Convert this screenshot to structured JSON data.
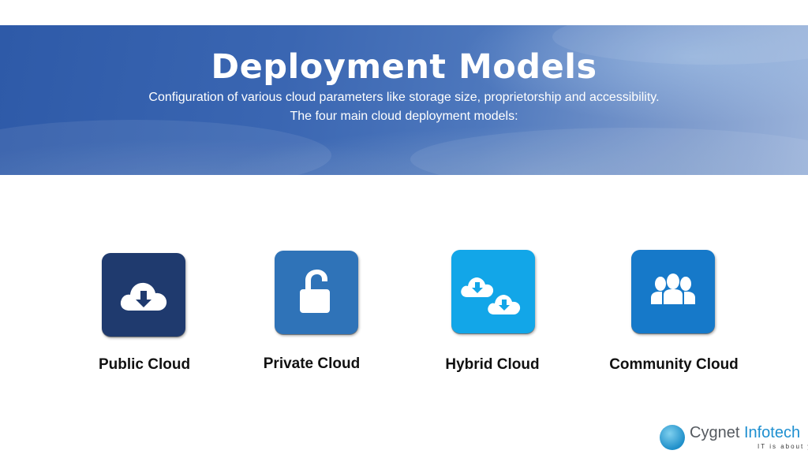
{
  "header": {
    "title": "Deployment Models",
    "subtitle_line1": "Configuration of various cloud parameters like storage size, proprietorship and accessibility.",
    "subtitle_line2": "The four main cloud deployment models:"
  },
  "models": [
    {
      "label": "Public Cloud",
      "icon": "cloud-download-icon",
      "color": "#1f3a6e"
    },
    {
      "label": "Private Cloud",
      "icon": "unlocked-padlock-icon",
      "color": "#2f73b8"
    },
    {
      "label": "Hybrid Cloud",
      "icon": "two-clouds-download-icon",
      "color": "#12a6e8"
    },
    {
      "label": "Community Cloud",
      "icon": "group-people-icon",
      "color": "#1679c9"
    }
  ],
  "logo": {
    "name_part1": "Cygnet ",
    "name_part2": "Infotech",
    "tagline": "IT is about you",
    "accent_color": "#1e8fd0"
  }
}
